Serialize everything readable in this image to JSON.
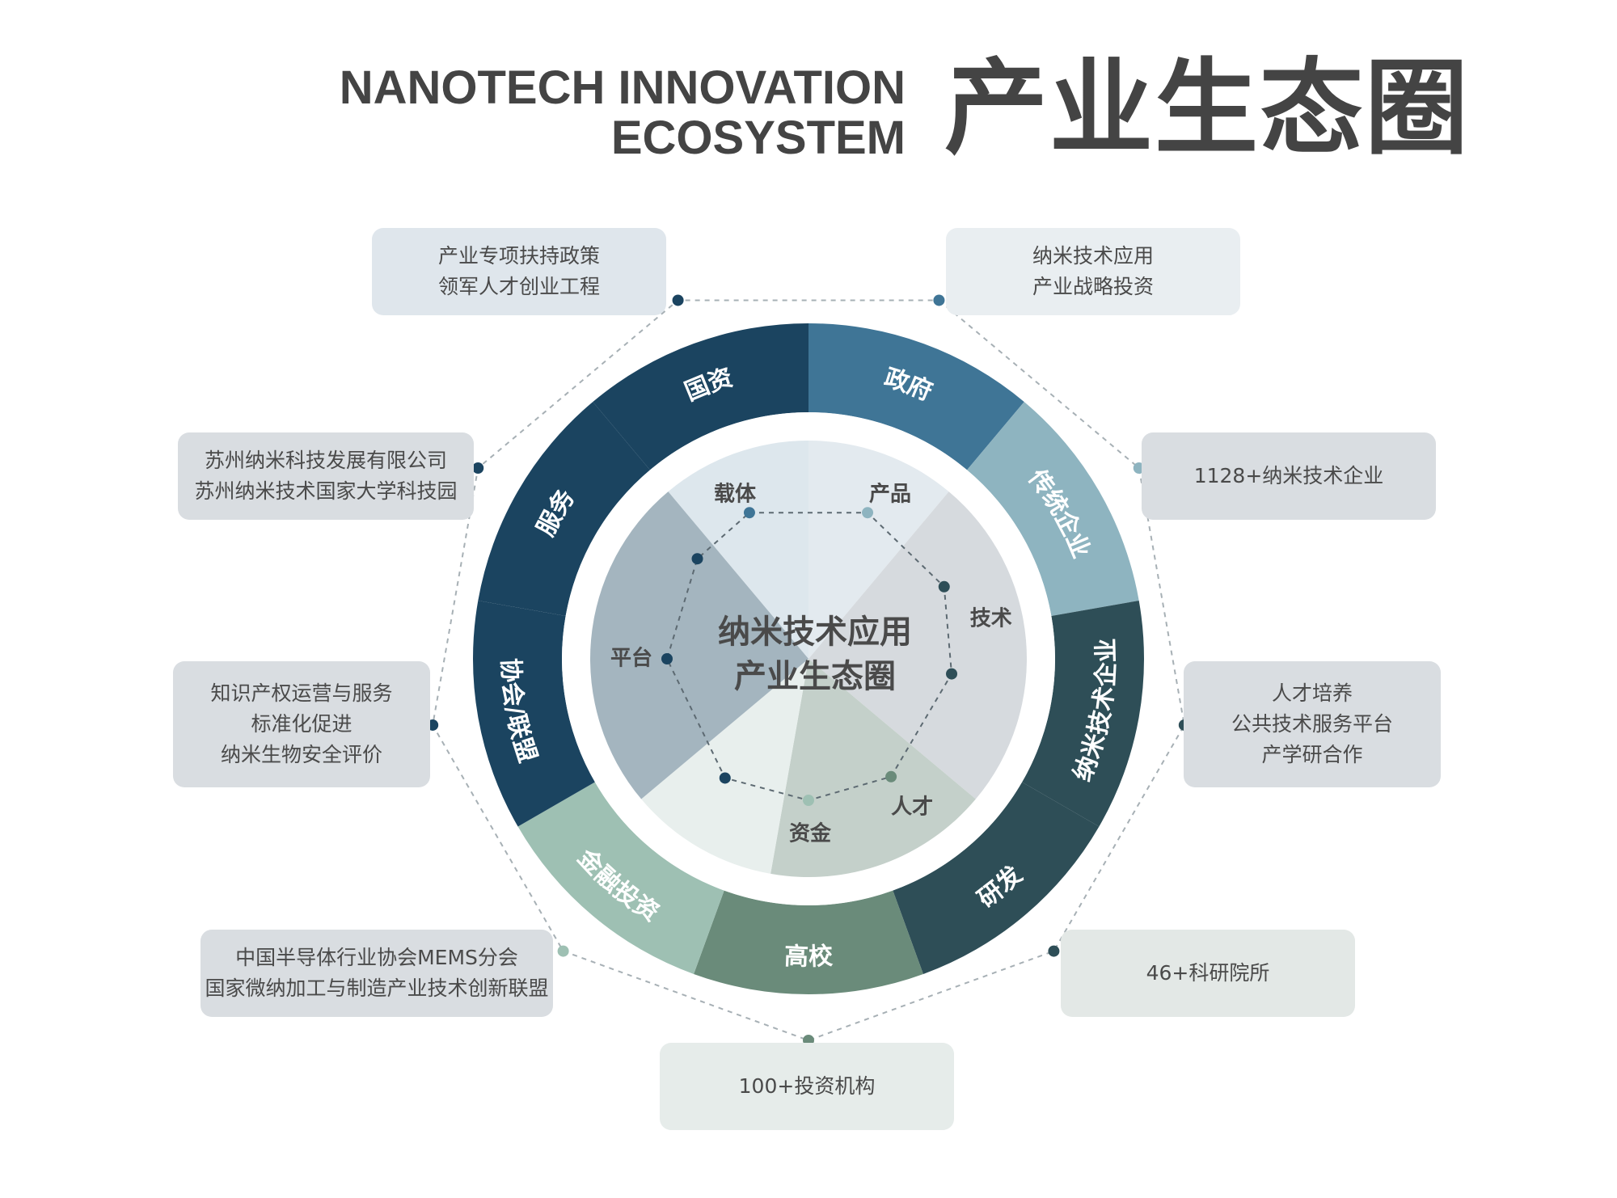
{
  "header": {
    "title_en_line1": "NANOTECH INNOVATION",
    "title_en_line2": "ECOSYSTEM",
    "title_cn": "产业生态圈"
  },
  "center": {
    "line1": "纳米技术应用",
    "line2": "产业生态圈"
  },
  "inner_segments": [
    {
      "label": "载体",
      "color": "#dde7ed"
    },
    {
      "label": "产品",
      "color": "#e3eaef"
    },
    {
      "label": "技术",
      "color": "#d6dade"
    },
    {
      "label": "人才",
      "color": "#c4d0ca"
    },
    {
      "label": "资金",
      "color": "#e8efed"
    },
    {
      "label": "平台",
      "color": "#a4b5bf"
    }
  ],
  "outer_segments": [
    {
      "label": "政府",
      "color": "#3f7596"
    },
    {
      "label": "传统企业",
      "color": "#8eb4c0"
    },
    {
      "label": "纳米技术企业",
      "color": "#2e4e57"
    },
    {
      "label": "研发",
      "color": "#2e4e57"
    },
    {
      "label": "高校",
      "color": "#6a8b7a"
    },
    {
      "label": "金融投资",
      "color": "#9ec0b3"
    },
    {
      "label": "协会/联盟",
      "color": "#1b4460"
    },
    {
      "label": "服务",
      "color": "#1b4460"
    },
    {
      "label": "国资",
      "color": "#1b4460"
    }
  ],
  "boxes": [
    {
      "lines": [
        "产业专项扶持政策",
        "领军人才创业工程"
      ],
      "dot_color": "#3f7596"
    },
    {
      "lines": [
        "纳米技术应用",
        "产业战略投资"
      ],
      "dot_color": "#8eb4c0"
    },
    {
      "lines": [
        "1128+纳米技术企业"
      ],
      "dot_color": "#2e4e57"
    },
    {
      "lines": [
        "人才培养",
        "公共技术服务平台",
        "产学研合作"
      ],
      "dot_color": "#2e4e57"
    },
    {
      "lines": [
        "46+科研院所"
      ],
      "dot_color": "#6a8b7a"
    },
    {
      "lines": [
        "100+投资机构"
      ],
      "dot_color": "#9ec0b3"
    },
    {
      "lines": [
        "中国半导体行业协会MEMS分会",
        "国家微纳加工与制造产业技术创新联盟"
      ],
      "dot_color": "#1b4460"
    },
    {
      "lines": [
        "知识产权运营与服务",
        "标准化促进",
        "纳米生物安全评价"
      ],
      "dot_color": "#1b4460"
    },
    {
      "lines": [
        "苏州纳米科技发展有限公司",
        "苏州纳米技术国家大学科技园"
      ],
      "dot_color": "#1b4460"
    }
  ]
}
